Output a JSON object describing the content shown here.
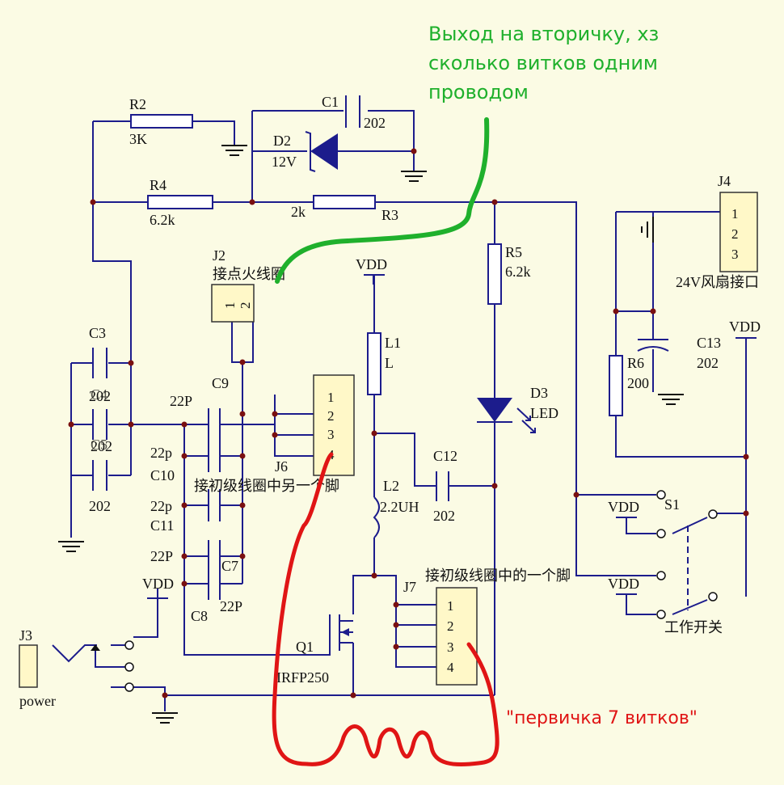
{
  "annotations": {
    "green_note": [
      "Выход на вторичку, хз",
      "сколько витков одним",
      "проводом"
    ],
    "red_note": "\"первичка 7 витков\""
  },
  "components": {
    "R2": {
      "ref": "R2",
      "value": "3K"
    },
    "R4": {
      "ref": "R4",
      "value": "6.2k"
    },
    "R3": {
      "ref": "R3",
      "value": "2k"
    },
    "R5": {
      "ref": "R5",
      "value": "6.2k"
    },
    "R6": {
      "ref": "R6",
      "value": "200"
    },
    "C1": {
      "ref": "C1",
      "value": "202"
    },
    "C3": {
      "ref": "C3",
      "value": "202"
    },
    "C4": {
      "ref": "C4",
      "value": "202"
    },
    "C5": {
      "ref": "C5",
      "value": "202"
    },
    "C9": {
      "ref": "C9",
      "value": "22P"
    },
    "C10": {
      "ref": "C10",
      "value": "22p"
    },
    "C11": {
      "ref": "C11",
      "value": "22p"
    },
    "C7": {
      "ref": "C7",
      "value": "22P"
    },
    "C8": {
      "ref": "C8",
      "value": "22P"
    },
    "C12": {
      "ref": "C12",
      "value": "202"
    },
    "C13": {
      "ref": "C13",
      "value": "202"
    },
    "D2": {
      "ref": "D2",
      "value": "12V"
    },
    "D3": {
      "ref": "D3",
      "value": "LED"
    },
    "L1": {
      "ref": "L1",
      "value": "L"
    },
    "L2": {
      "ref": "L2",
      "value": "2.2UH"
    },
    "Q1": {
      "ref": "Q1",
      "value": "IRFP250"
    },
    "S1": {
      "ref": "S1"
    }
  },
  "connectors": {
    "J2": {
      "ref": "J2",
      "desc": "接点火线圈",
      "pins": [
        "1",
        "2"
      ]
    },
    "J3": {
      "ref": "J3",
      "desc": "power"
    },
    "J4": {
      "ref": "J4",
      "desc": "24V风扇接口",
      "pins": [
        "1",
        "2",
        "3"
      ]
    },
    "J6": {
      "ref": "J6",
      "desc": "接初级线圈中另一个脚",
      "pins": [
        "1",
        "2",
        "3",
        "4"
      ]
    },
    "J7": {
      "ref": "J7",
      "desc": "接初级线圈中的一个脚",
      "pins": [
        "1",
        "2",
        "3",
        "4"
      ]
    }
  },
  "power": {
    "vdd": "VDD"
  },
  "switch_label": "工作开关",
  "colors": {
    "wire": "#1c1c8c",
    "green_note": "#1fb02c",
    "red_note": "#e01515",
    "background": "#fbfbe4"
  }
}
